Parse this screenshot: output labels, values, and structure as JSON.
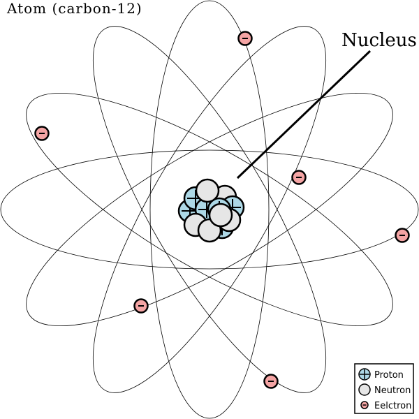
{
  "title": "Atom (carbon-12)",
  "nucleus_label": "Nucleus",
  "legend": {
    "proton": "Proton",
    "neutron": "Neutron",
    "electron": "Eelctron"
  },
  "colors": {
    "proton": "#add8e6",
    "neutron": "#e6e6e6",
    "electron": "#f4a4a4",
    "stroke": "#000000"
  },
  "orbit_angles_deg": [
    0,
    30,
    60,
    90,
    120,
    150
  ],
  "electron_count": 6,
  "proton_count": 6,
  "neutron_count": 6
}
